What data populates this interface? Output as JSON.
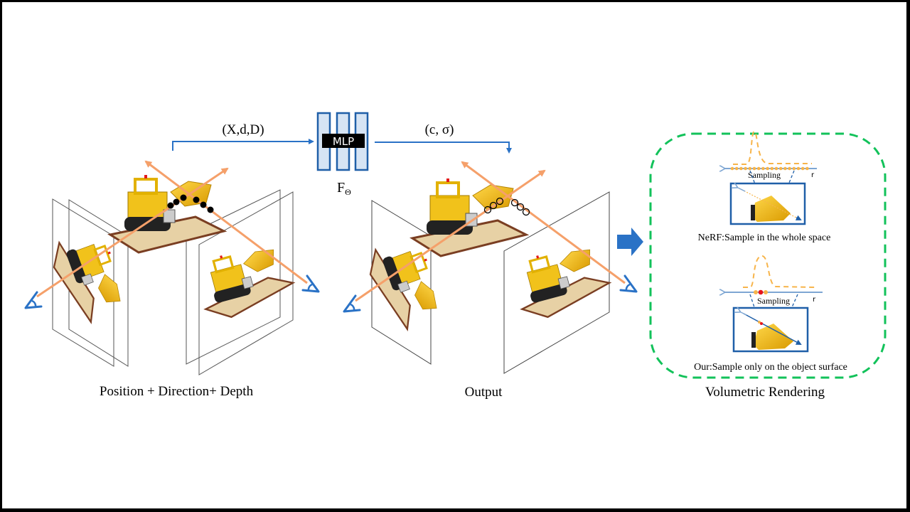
{
  "colors": {
    "flow_blue": "#2a72c6",
    "mlp_fill": "#d6e4f4",
    "mlp_stroke": "#1f5fa8",
    "ray_orange": "#f5a06a",
    "sample_gold": "#f7b44a",
    "surface_red": "#e8141b",
    "dash_green": "#12c25a",
    "plane_gray": "#333333",
    "lego_yellow": "#f1c21b",
    "lego_base": "#e7d1a5"
  },
  "flow": {
    "input_label": "(X,d,D)",
    "output_label": "(c, σ)",
    "mlp_label": "MLP",
    "network_symbol": "FΘ"
  },
  "panels": {
    "input": {
      "caption": "Position + Direction+ Depth",
      "sample_points": 6,
      "sample_style": "filled"
    },
    "output": {
      "caption": "Output",
      "sample_points": 6,
      "sample_style": "hollow"
    },
    "rendering": {
      "caption": "Volumetric Rendering",
      "nerf": {
        "sampling_label": "Sampling",
        "ray_label": "r",
        "caption": "NeRF:Sample in the whole space"
      },
      "ours": {
        "sampling_label": "Sampling",
        "ray_label": "r",
        "caption": "Our:Sample only on the object surface"
      }
    }
  },
  "icons": {
    "camera": "eye-camera-icon",
    "transition": "right-block-arrow-icon"
  }
}
